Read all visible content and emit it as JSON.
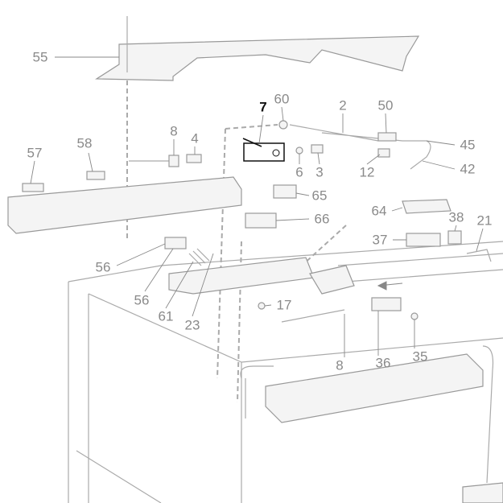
{
  "title": "Parts diagram",
  "highlighted_part": "7",
  "callouts": [
    {
      "id": "55",
      "label": "55"
    },
    {
      "id": "7",
      "label": "7"
    },
    {
      "id": "60",
      "label": "60"
    },
    {
      "id": "2",
      "label": "2"
    },
    {
      "id": "50",
      "label": "50"
    },
    {
      "id": "8a",
      "label": "8"
    },
    {
      "id": "4",
      "label": "4"
    },
    {
      "id": "57",
      "label": "57"
    },
    {
      "id": "58",
      "label": "58"
    },
    {
      "id": "45",
      "label": "45"
    },
    {
      "id": "6",
      "label": "6"
    },
    {
      "id": "3",
      "label": "3"
    },
    {
      "id": "12",
      "label": "12"
    },
    {
      "id": "42",
      "label": "42"
    },
    {
      "id": "65",
      "label": "65"
    },
    {
      "id": "66",
      "label": "66"
    },
    {
      "id": "64",
      "label": "64"
    },
    {
      "id": "38",
      "label": "38"
    },
    {
      "id": "21",
      "label": "21"
    },
    {
      "id": "37",
      "label": "37"
    },
    {
      "id": "56a",
      "label": "56"
    },
    {
      "id": "56b",
      "label": "56"
    },
    {
      "id": "61",
      "label": "61"
    },
    {
      "id": "23",
      "label": "23"
    },
    {
      "id": "17",
      "label": "17"
    },
    {
      "id": "8b",
      "label": "8"
    },
    {
      "id": "36",
      "label": "36"
    },
    {
      "id": "35",
      "label": "35"
    }
  ]
}
